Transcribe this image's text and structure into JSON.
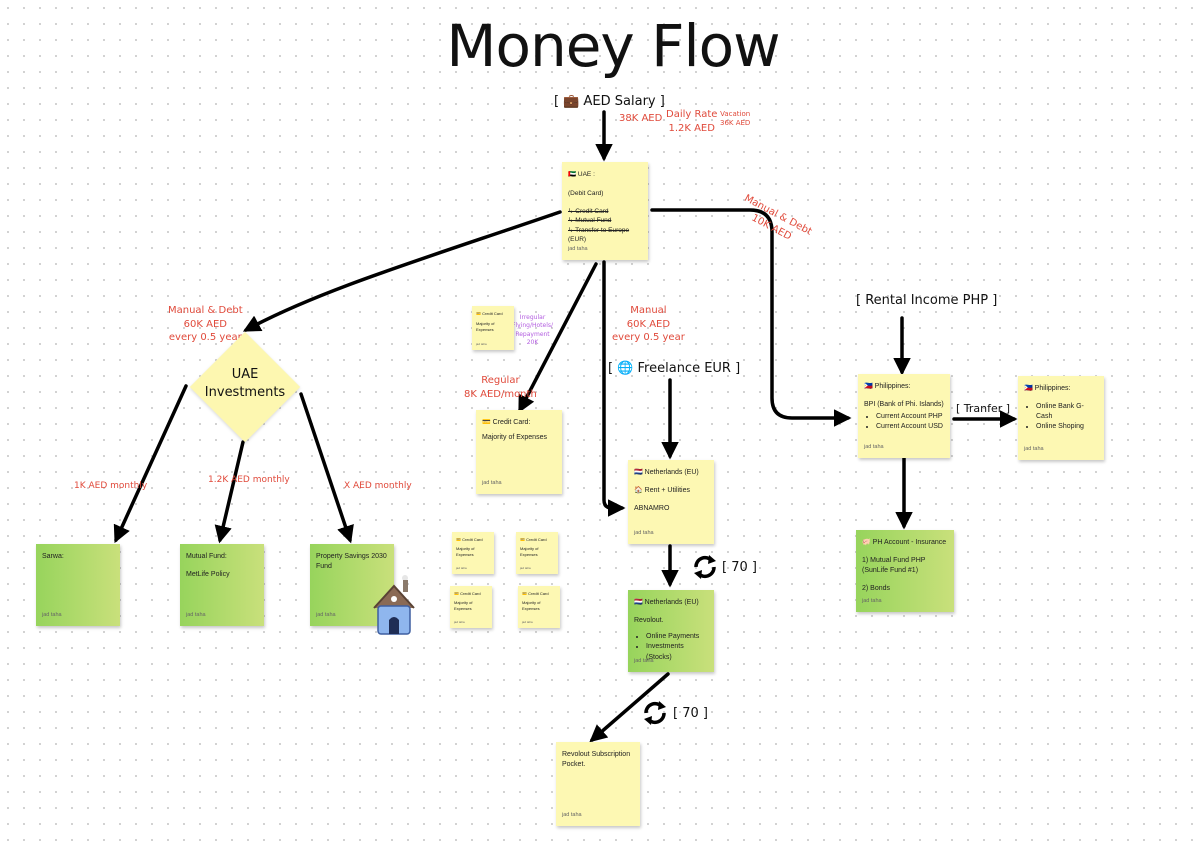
{
  "title": "Money Flow",
  "labels": {
    "aed_salary": "[ 💼 AED Salary ]",
    "freelance_eur": "[ 🌐 Freelance EUR ]",
    "rental_income": "[ Rental Income PHP ]",
    "transfer": "[ Tranfer ]",
    "cycle_count_1": "[ 70 ]",
    "cycle_count_2": "[ 70 ]"
  },
  "annotations": {
    "salary_amount": "38K AED",
    "daily_rate": [
      "Daily Rate",
      "1.2K AED"
    ],
    "vacation": [
      "Vacation",
      "36K AED"
    ],
    "manual_debt_10k": [
      "Manual & Debt",
      "10K AED"
    ],
    "invest_transfer": [
      "Manual & Debt",
      "60K AED",
      "every 0.5 year"
    ],
    "freelance_transfer": [
      "Manual",
      "60K AED",
      "every 0.5 year"
    ],
    "regular": [
      "Regular",
      "8K AED/month"
    ],
    "irregular": [
      "Irregular",
      "Flying/Hotels/",
      "Repayment",
      "20K"
    ],
    "sarwa_monthly": "1K AED monthly",
    "mutual_monthly": "1.2K AED monthly",
    "property_monthly": "X AED monthly"
  },
  "investments": [
    "UAE",
    "Investments"
  ],
  "notes": {
    "uae": {
      "title": "🇦🇪 UAE :",
      "subtitle": "(Debit Card)",
      "items": [
        "↳ Credit Card",
        "↳ Mutual Fund",
        "↳ Transfer to Europe",
        "(EUR)"
      ],
      "author": "jad taha"
    },
    "credit_card_main": {
      "title": "💳 Credit Card:",
      "body": "Majority of Expenses",
      "author": "jad taha"
    },
    "credit_card_small": {
      "title": "💳 Credit Card",
      "body": "Majority of Expenses",
      "author": "jad taha"
    },
    "mini_cards": [
      {
        "title": "💳 Credit Card",
        "body": "Majority of Expenses",
        "author": "jad taha"
      },
      {
        "title": "💳 Credit Card",
        "body": "Majority of Expenses",
        "author": "jad taha"
      },
      {
        "title": "💳 Credit Card",
        "body": "Majority of Expenses",
        "author": "jad taha"
      },
      {
        "title": "💳 Credit Card",
        "body": "Majority of Expenses",
        "author": "jad taha"
      }
    ],
    "netherlands_abn": {
      "title": "🇳🇱 Netherlands (EU)",
      "line1": "🏠 Rent + Utilities",
      "line2": "ABNAMRO",
      "author": "jad taha"
    },
    "netherlands_revolut": {
      "title": "🇳🇱 Netherlands (EU)",
      "line1": "Revolout.",
      "items": [
        "Online Payments",
        "Investments (Stocks)"
      ],
      "author": "jad taha"
    },
    "revolut_pocket": {
      "title": "Revolout Subscription Pocket.",
      "author": "jad taha"
    },
    "philippines_bpi": {
      "title": "🇵🇭 Philippines:",
      "line1": "BPI (Bank of Phi. Islands)",
      "items": [
        "Current Account PHP",
        "Current Account USD"
      ],
      "author": "jad taha"
    },
    "philippines_gcash": {
      "title": "🇵🇭 Philippines:",
      "items": [
        "Online Bank G-Cash",
        "Online Shoping"
      ],
      "author": "jad taha"
    },
    "ph_insurance": {
      "title": "🐖 PH Account - Insurance",
      "line1": "1) Mutual Fund PHP (SunLife Fund #1)",
      "line2": "2) Bonds",
      "author": "jad taha"
    },
    "sarwa": {
      "title": "Sarwa:",
      "author": "jad taha"
    },
    "mutual_fund": {
      "title": "Mutual Fund:",
      "body": "MetLife Policy",
      "author": "jad taha"
    },
    "property": {
      "title": "Property Savings 2030 Fund",
      "author": "jad taha"
    }
  },
  "colors": {
    "sticky": "#fdf8b3",
    "green_start": "#97d45c",
    "green_end": "#c9e07b",
    "annotation": "#e04a3b",
    "irregular": "#b35ee0"
  }
}
